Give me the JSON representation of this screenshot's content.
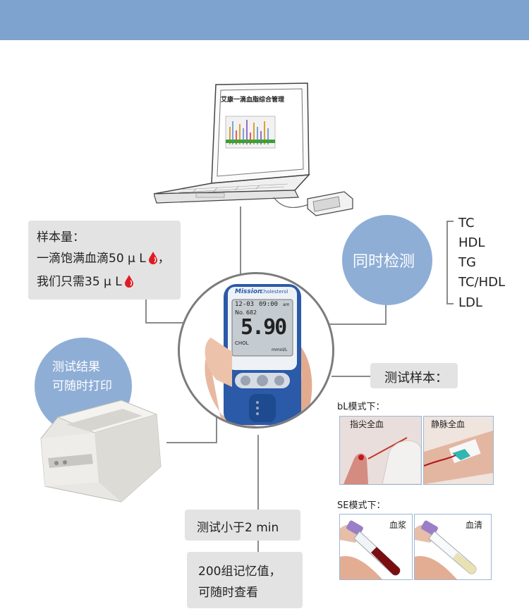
{
  "laptop": {
    "screen_title": "艾康一滴血脂综合管理"
  },
  "sample_volume": {
    "heading": "样本量：",
    "line1": "一滴饱满血滴50 μ L",
    "line1_tail": "，",
    "line2": "我们只需35 μ L"
  },
  "simultaneous": {
    "label": "同时检测",
    "items": [
      "TC",
      "HDL",
      "TG",
      "TC/HDL",
      "LDL"
    ]
  },
  "print": {
    "line1": "测试结果",
    "line2": "可随时打印"
  },
  "meter": {
    "brand": "Mission",
    "product": "Cholesterol",
    "date": "12-03",
    "time": "09:00",
    "am_pm": "am",
    "record": "No. 682",
    "reading": "5.90",
    "test": "CHOL",
    "unit": "mmol/L"
  },
  "test_samples": {
    "heading": "测试样本：",
    "bl_mode": "bL模式下：",
    "se_mode": "SE模式下：",
    "fingertip": "指尖全血",
    "venous": "静脉全血",
    "plasma": "血浆",
    "serum": "血清"
  },
  "test_time": {
    "label": "测试小于2 min"
  },
  "memory": {
    "line1": "200组记忆值，",
    "line2": "可随时查看"
  },
  "colors": {
    "topbar": "#7fa3cf",
    "bubble": "#8eaed6",
    "drop": "#e01b24",
    "meter_blue": "#2a5aa8"
  }
}
